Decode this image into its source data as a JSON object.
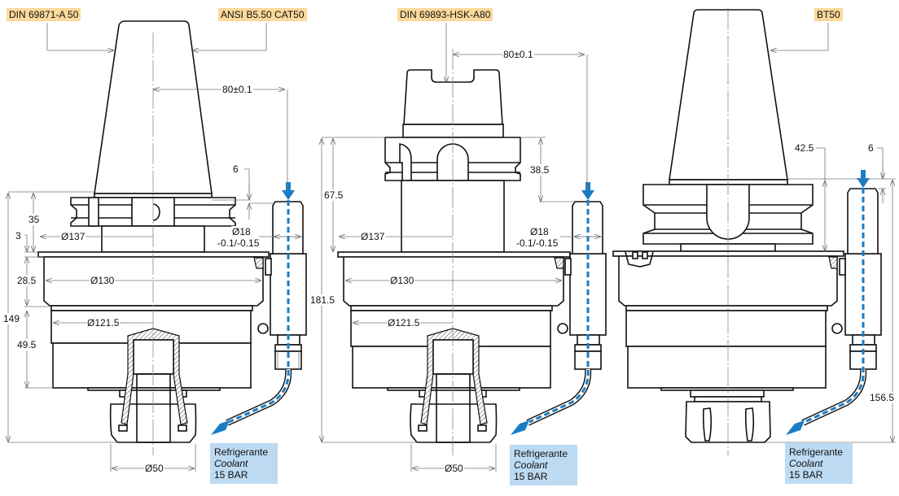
{
  "labels": {
    "din_a50": "DIN 69871-A 50",
    "ansi_cat50": "ANSI B5.50 CAT50",
    "hsk_a80": "DIN 69893-HSK-A80",
    "bt50": "BT50"
  },
  "dimensions": {
    "offset": "80±0.1",
    "d137": "Ø137",
    "d130": "Ø130",
    "d121_5": "Ø121.5",
    "d50": "Ø50",
    "d18": "Ø18",
    "d18_tol": "-0.1/-0.15",
    "h6": "6",
    "h35": "35",
    "h3": "3",
    "h28_5": "28.5",
    "h49_5": "49.5",
    "h149": "149",
    "h67_5": "67.5",
    "h38_5": "38.5",
    "h181_5": "181.5",
    "h42_5": "42.5",
    "h156_5": "156.5"
  },
  "coolant": {
    "line1": "Refrigerante",
    "line2": "Coolant",
    "line3": "15 BAR"
  },
  "colors": {
    "label_bg": "#fbd99a",
    "coolant_bg": "#bcdaf2",
    "coolant_arrow": "#1a7cc7"
  }
}
